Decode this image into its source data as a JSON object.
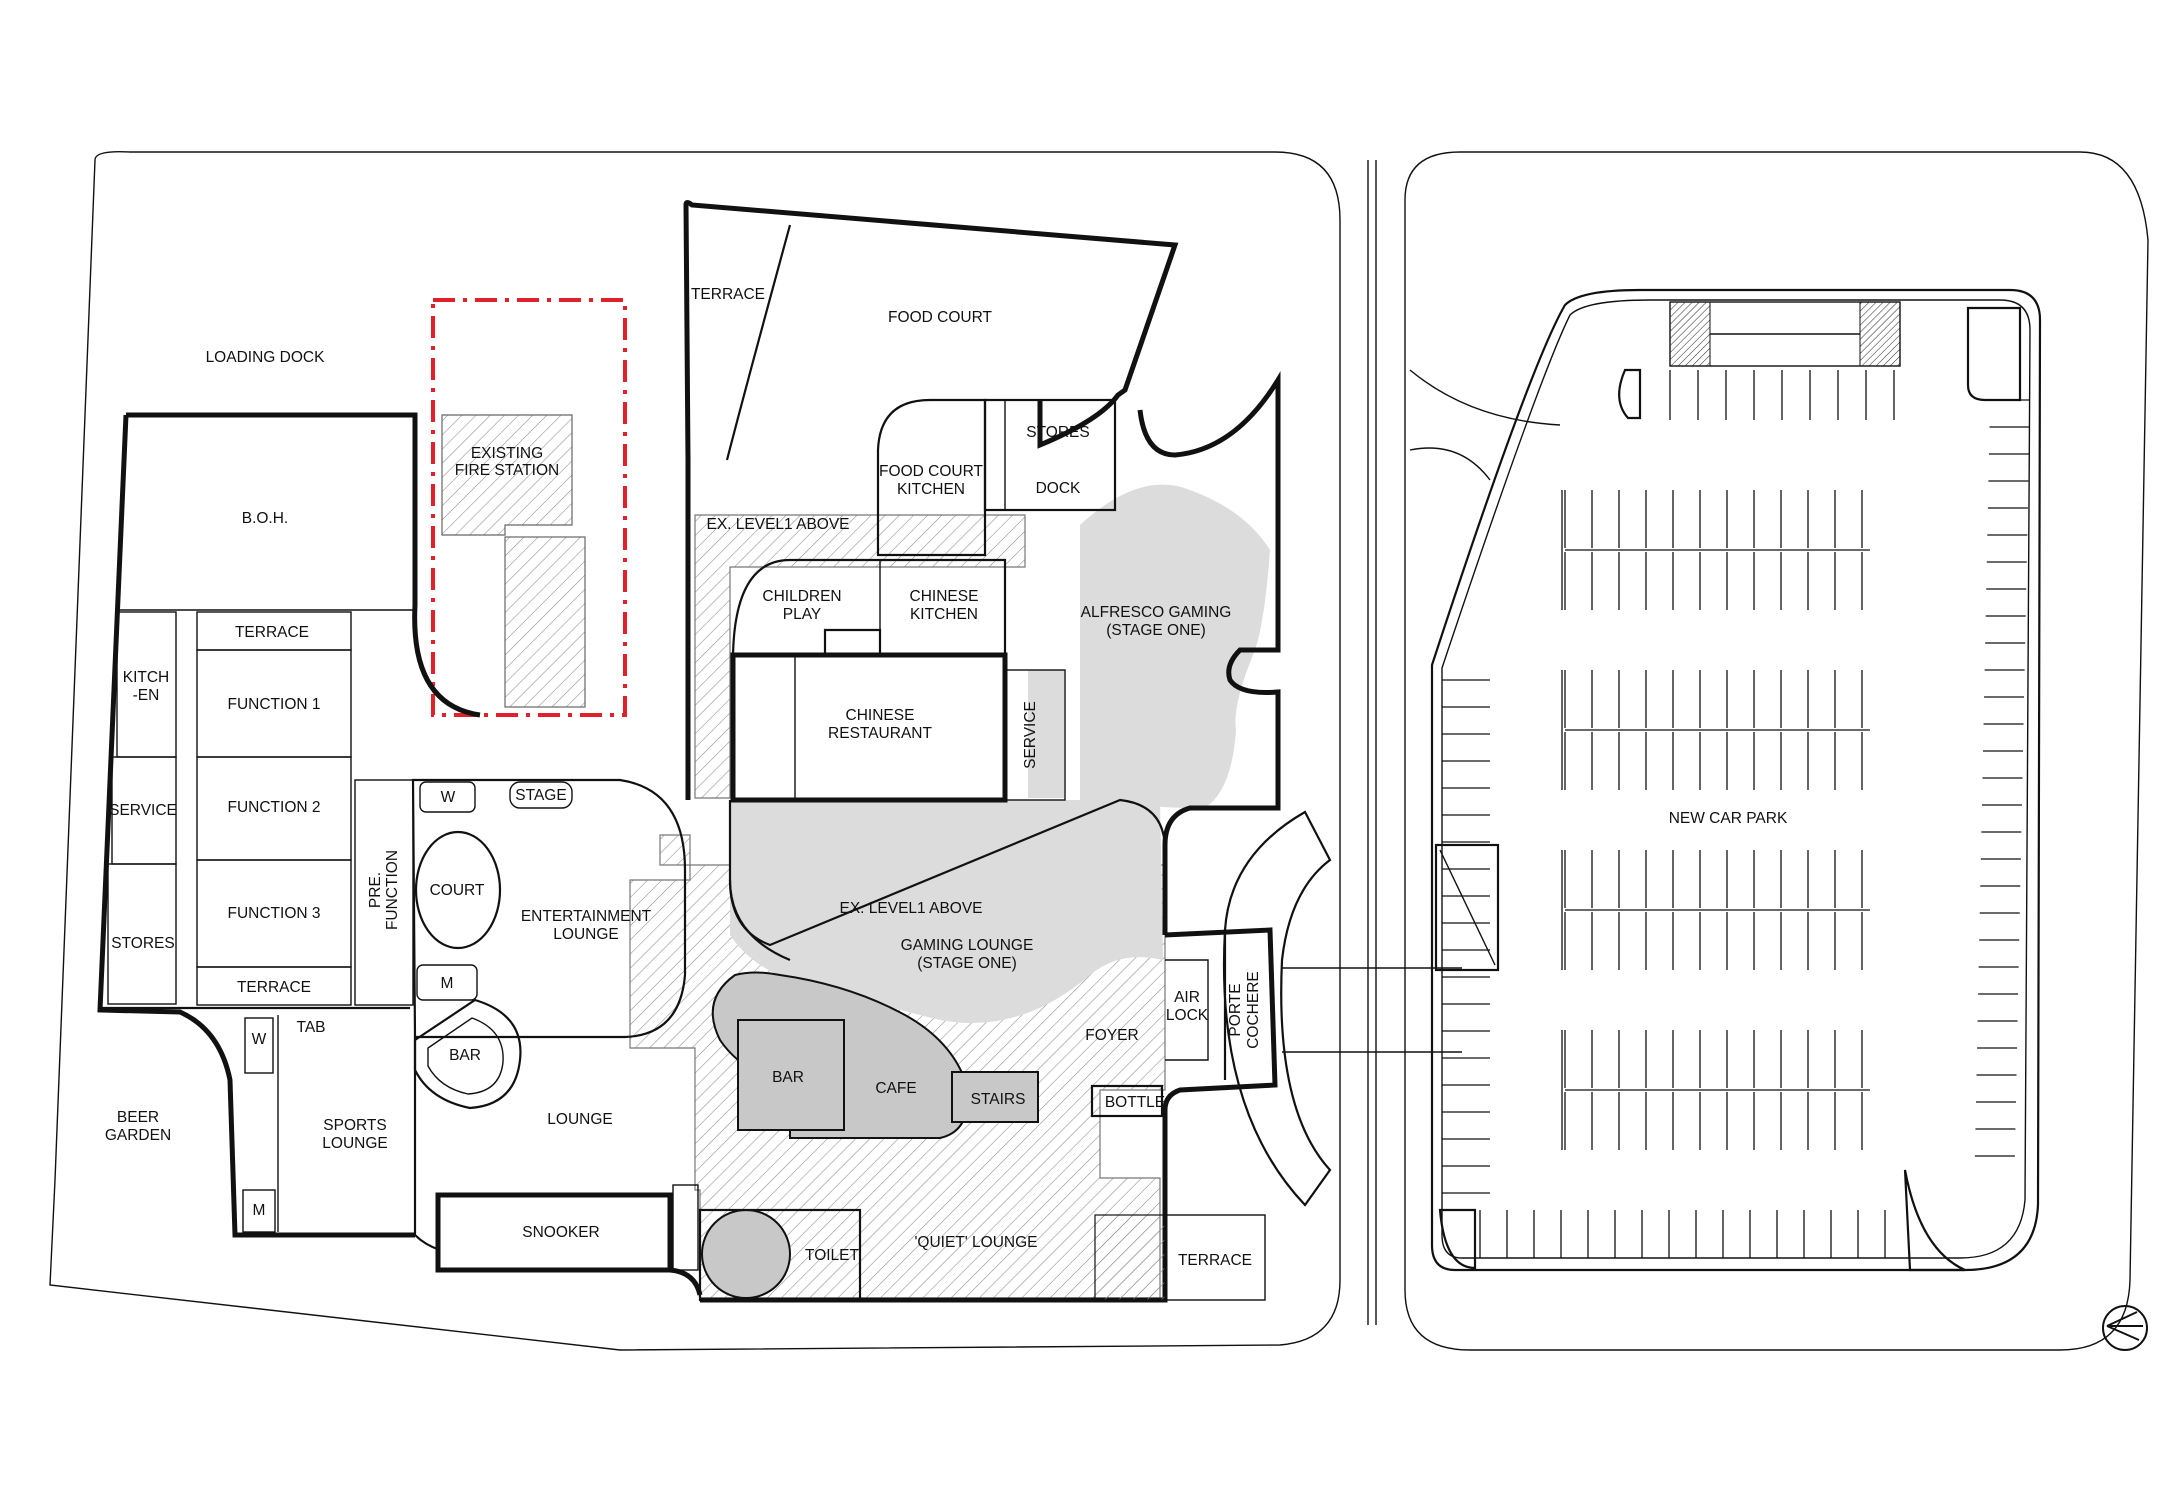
{
  "plan": {
    "labels": {
      "loading_dock": "LOADING DOCK",
      "boh": "B.O.H.",
      "existing_fire_station": [
        "EXISTING",
        "FIRE STATION"
      ],
      "terrace_north": "TERRACE",
      "food_court": "FOOD COURT",
      "food_court_kitchen": [
        "FOOD COURT",
        "KITCHEN"
      ],
      "stores_north": "STORES",
      "dock": "DOCK",
      "ex_level1_above_north": "EX. LEVEL1 ABOVE",
      "children_play": [
        "CHILDREN",
        "PLAY"
      ],
      "chinese_kitchen": [
        "CHINESE",
        "KITCHEN"
      ],
      "alfresco_gaming": [
        "ALFRESCO GAMING",
        "(STAGE ONE)"
      ],
      "chinese_restaurant": [
        "CHINESE",
        "RESTAURANT"
      ],
      "service_east": "SERVICE",
      "terrace_top": "TERRACE",
      "kitchen": [
        "KITCH",
        "-EN"
      ],
      "function_1": "FUNCTION 1",
      "function_2": "FUNCTION 2",
      "function_3": "FUNCTION 3",
      "service_west": "SERVICE",
      "stores_west": "STORES",
      "terrace_bottom": "TERRACE",
      "pre_function": [
        "PRE.",
        "FUNCTION"
      ],
      "w_upper": "W",
      "stage": "STAGE",
      "court": "COURT",
      "entertainment_lounge": [
        "ENTERTAINMENT",
        "LOUNGE"
      ],
      "m_upper": "M",
      "bar_small": "BAR",
      "tab": "TAB",
      "w_lower": "W",
      "beer_garden": [
        "BEER",
        "GARDEN"
      ],
      "sports_lounge": [
        "SPORTS",
        "LOUNGE"
      ],
      "lounge": "LOUNGE",
      "m_lower": "M",
      "snooker": "SNOOKER",
      "ex_level1_above_south": "EX. LEVEL1 ABOVE",
      "gaming_lounge": [
        "GAMING LOUNGE",
        "(STAGE ONE)"
      ],
      "air_lock": [
        "AIR",
        "LOCK"
      ],
      "foyer": "FOYER",
      "bar_main": "BAR",
      "cafe": "CAFE",
      "stairs": "STAIRS",
      "bottle": "BOTTLE",
      "toilet": "TOILET",
      "quiet_lounge": "'QUIET' LOUNGE",
      "terrace_south": "TERRACE",
      "porte_cochere": [
        "PORTE",
        "COCHERE"
      ],
      "new_car_park": "NEW CAR PARK"
    },
    "colors": {
      "walls": "#111111",
      "hatch": "#8a8a8a",
      "grey_fill": "#dcdcdc",
      "fire_station_boundary": "#e0202a"
    },
    "icons": {
      "north_arrow": "north-arrow-icon"
    }
  }
}
